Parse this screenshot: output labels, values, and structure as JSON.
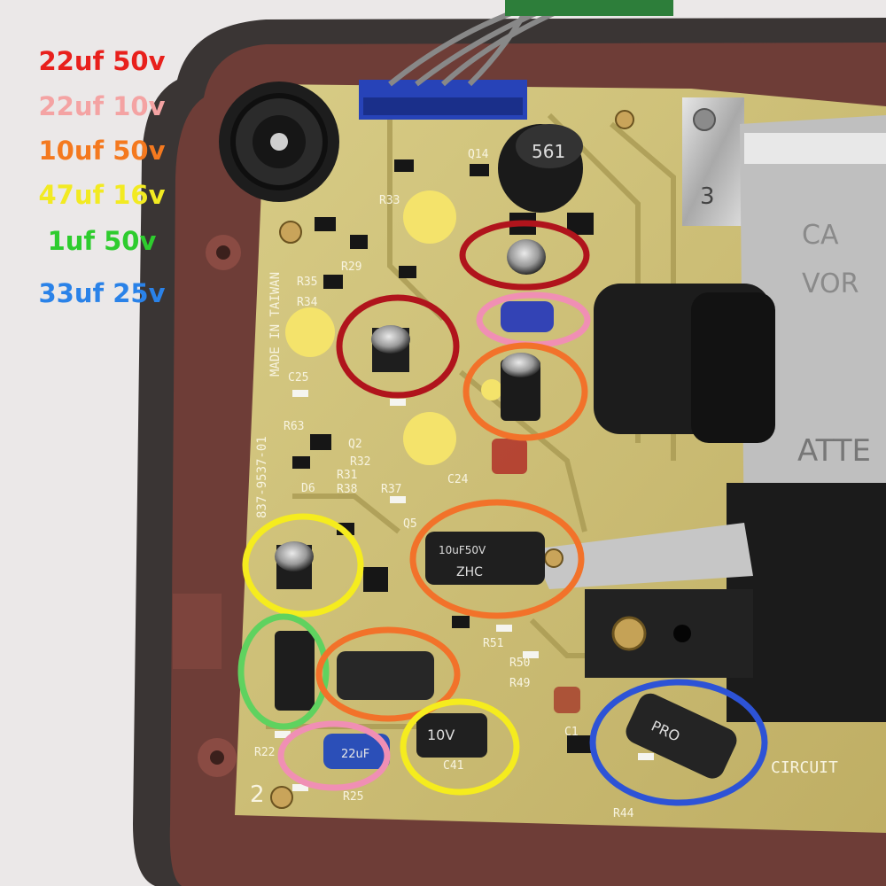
{
  "legend": [
    {
      "text": "22uf 50v",
      "color": "#e8201c"
    },
    {
      "text": "22uf 10v",
      "color": "#f4a3a3"
    },
    {
      "text": "10uf 50v",
      "color": "#f4791f"
    },
    {
      "text": "47uf 16v",
      "color": "#f2ea22"
    },
    {
      "text": "1uf 50v",
      "color": "#2ecc2e"
    },
    {
      "text": "33uf 25v",
      "color": "#2a82e8"
    }
  ],
  "board_text": {
    "made_in": "MADE IN TAIWAN",
    "part_no": "837-9537-01",
    "inductor": "561",
    "bracket_no": "3",
    "chip_label": "ZHC",
    "cap_10uf": "10uF50V",
    "cap_c41": "C41",
    "cap_10v": "10V",
    "cap_22uf": "22uF",
    "cap_pro": "PRO",
    "label_c25": "C25",
    "label_c24": "C24",
    "label_q2": "Q2",
    "label_q5": "Q5",
    "label_r63": "R63",
    "label_r32": "R32",
    "label_r31": "R31",
    "label_r38": "R38",
    "label_r37": "R37",
    "label_r34": "R34",
    "label_r35": "R35",
    "label_r29": "R29",
    "label_r33": "R33",
    "label_r51": "R51",
    "label_r50": "R50",
    "label_r49": "R49",
    "label_r25": "R25",
    "label_r22": "R22",
    "label_r44": "R44",
    "label_q14": "Q14",
    "label_d6": "D6",
    "label_c1": "C1",
    "label_2": "2",
    "circuit_text": "CIRCUIT",
    "atten_text": "ATTE",
    "cap_text": "CA",
    "vor_text": "VOR"
  },
  "colors": {
    "red": "#b0141c",
    "pink": "#f08fb4",
    "orange": "#f2722a",
    "yellow": "#f5ec1e",
    "green": "#5fd25f",
    "blue": "#2d53d6",
    "pcb": "#cfc279",
    "case": "#6e3d37"
  }
}
